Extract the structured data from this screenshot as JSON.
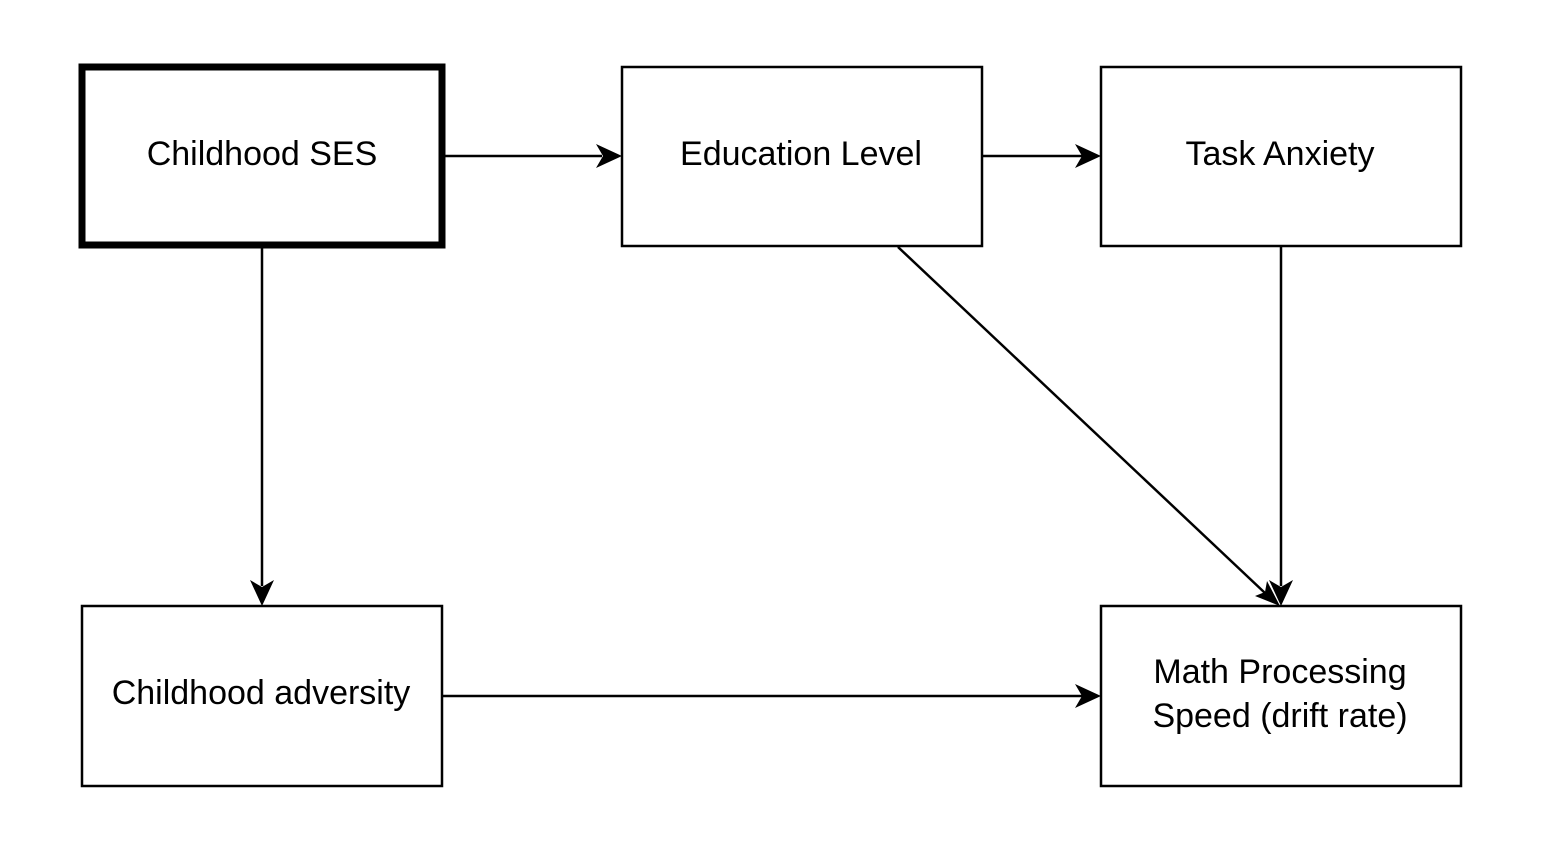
{
  "diagram": {
    "nodes": {
      "childhood_ses": {
        "label": "Childhood SES"
      },
      "education_level": {
        "label": "Education Level"
      },
      "task_anxiety": {
        "label": "Task Anxiety"
      },
      "childhood_adversity": {
        "label": "Childhood adversity"
      },
      "math_processing_speed": {
        "label_line1": "Math Processing",
        "label_line2": "Speed (drift rate)"
      }
    },
    "edges": [
      {
        "from": "Childhood SES",
        "to": "Education Level"
      },
      {
        "from": "Education Level",
        "to": "Task Anxiety"
      },
      {
        "from": "Childhood SES",
        "to": "Childhood adversity"
      },
      {
        "from": "Education Level",
        "to": "Math Processing Speed (drift rate)"
      },
      {
        "from": "Task Anxiety",
        "to": "Math Processing Speed (drift rate)"
      },
      {
        "from": "Childhood adversity",
        "to": "Math Processing Speed (drift rate)"
      }
    ],
    "colors": {
      "stroke": "#000000",
      "background": "#ffffff"
    }
  }
}
